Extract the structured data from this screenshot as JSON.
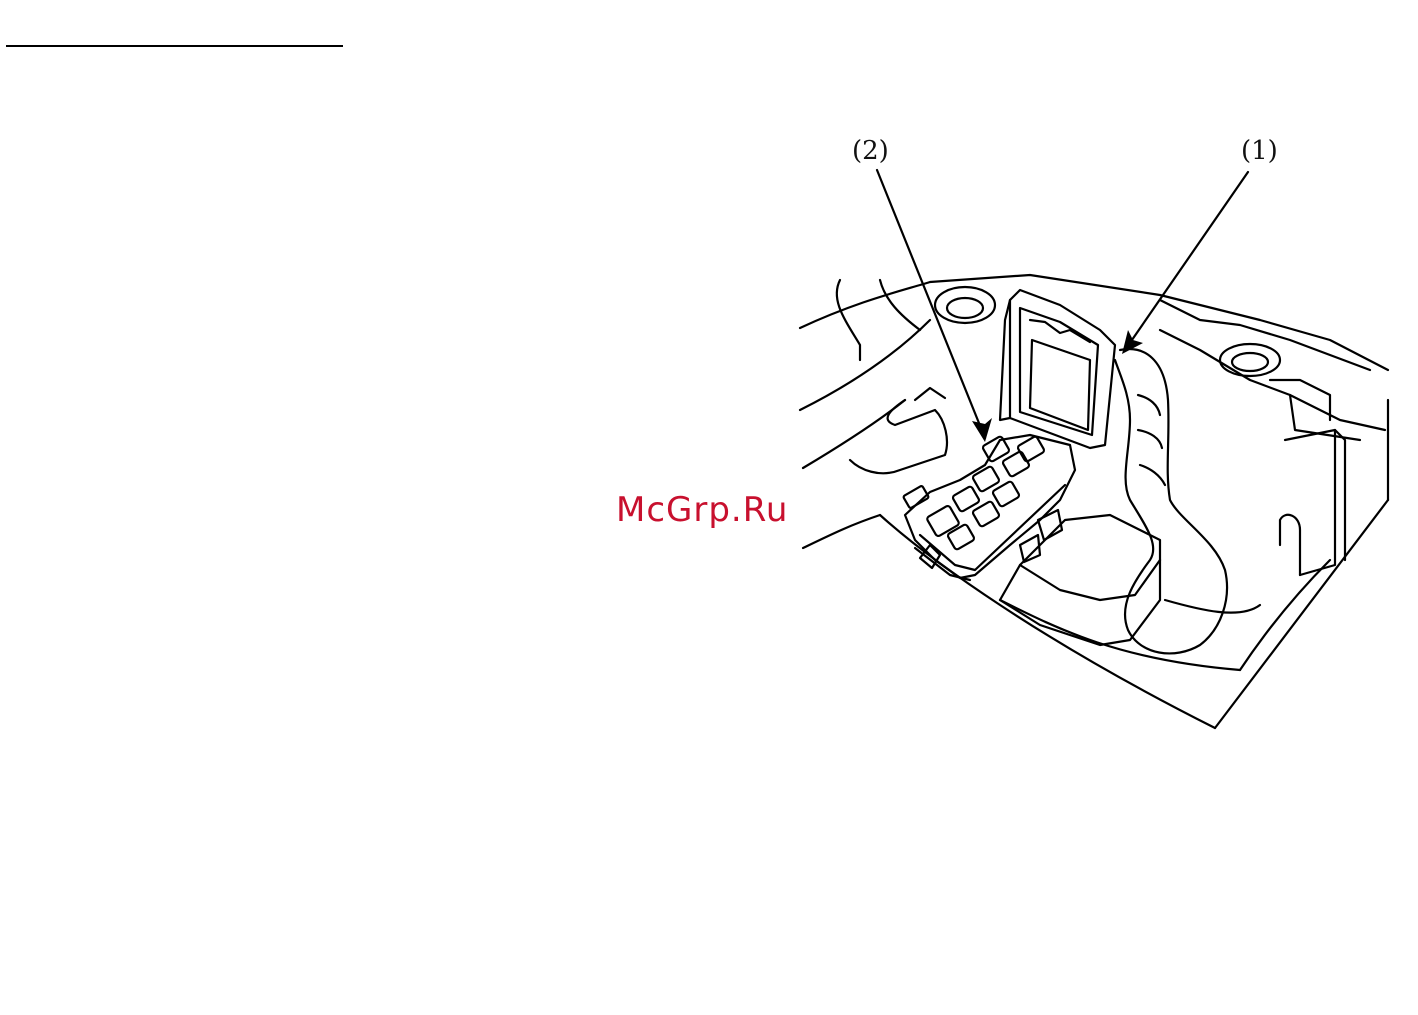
{
  "callouts": {
    "item_1": "(1)",
    "item_2": "(2)"
  },
  "watermark": "McGrp.Ru",
  "colors": {
    "line": "#000000",
    "watermark": "#c8102e",
    "background": "#ffffff"
  }
}
